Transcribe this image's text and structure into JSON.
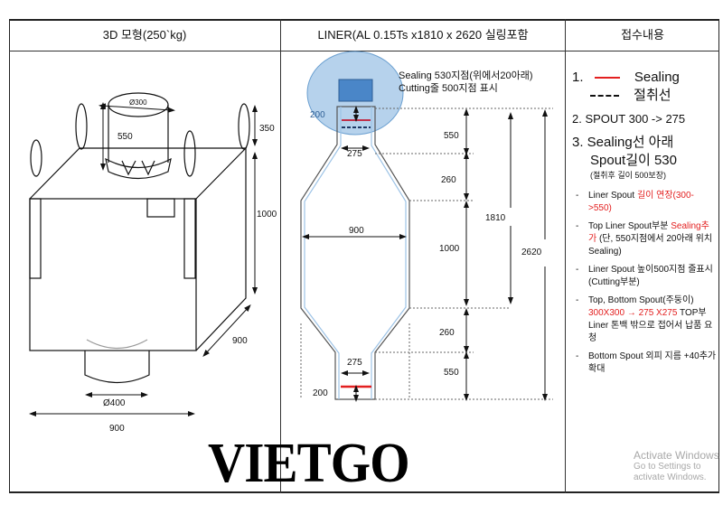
{
  "header": {
    "col1": "3D 모형(250`kg)",
    "col2": "LINER(AL 0.15Ts x1810 x 2620 실링포함",
    "col3": "접수내용"
  },
  "bag_3d": {
    "top_spout_diameter": "Ø300",
    "top_spout_height": "550",
    "loop_height": "350",
    "body_height": "1000",
    "depth": "900",
    "bottom_spout_diameter": "Ø400",
    "width": "900"
  },
  "liner": {
    "note_line1": "Sealing 530지점(위에서20아래)",
    "note_line2": "Cutting줄 500지점 표시",
    "top_200": "200",
    "top_spout_550": "550",
    "top_spout_275": "275",
    "upper_cone_260": "260",
    "body_width_900": "900",
    "body_1000": "1000",
    "total_1810": "1810",
    "total_2620": "2620",
    "lower_cone_260": "260",
    "bottom_spout_275": "275",
    "bottom_spout_550": "550",
    "bottom_200": "200"
  },
  "notes": {
    "item1_num": "1.",
    "item1_sealing": "Sealing",
    "item1_cut": "절취선",
    "item2": "2. SPOUT 300 -> 275",
    "item3_line1": "3. Sealing선 아래",
    "item3_line2": "Spout길이 530",
    "item3_sub": "(절취후 길이 500보장)",
    "bullet1_a": "Liner Spout ",
    "bullet1_b": "길이 연장(300->550)",
    "bullet2_a": "Top Liner Spout부분 ",
    "bullet2_b": "Sealing추가",
    "bullet2_c": " (단, 550지점에서 20아래 위치 Sealing)",
    "bullet3": "Liner Spout 높이500지점 줄표시(Cutting부분)",
    "bullet4_a": "Top, Bottom Spout(주둥이) ",
    "bullet4_b": "300X300 → 275 X275",
    "bullet4_c": " TOP부 Liner 톤백 밖으로 접어서 납품 요청",
    "bullet5": "Bottom Spout 외피 지름 +40추가 확대"
  },
  "logo_text": "VIETGO",
  "watermark": {
    "line1": "Activate Windows",
    "line2": "Go to Settings to activate Windows."
  },
  "colors": {
    "sealing_red": "#e32020",
    "liner_blue": "#5b9bd5"
  }
}
